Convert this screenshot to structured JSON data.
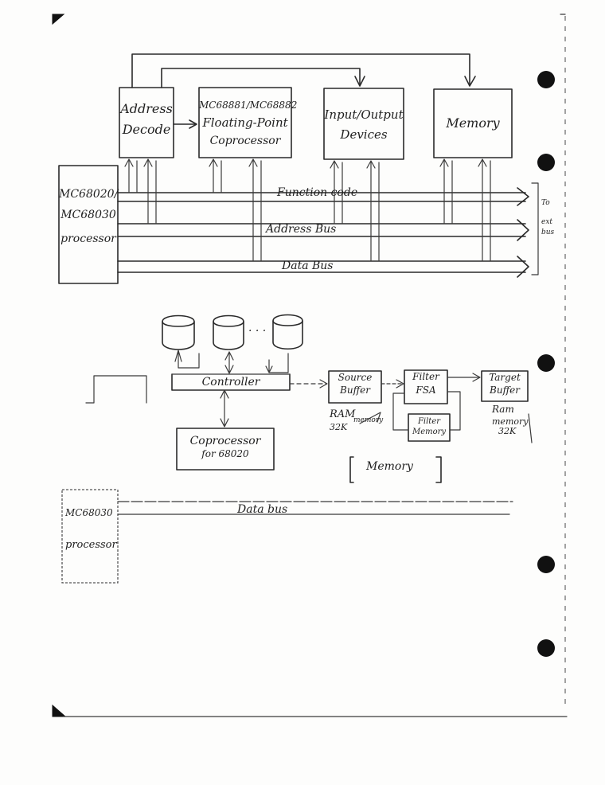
{
  "diagram1": {
    "address_decode": [
      "Address",
      "Decode"
    ],
    "fpu": [
      "MC68881/MC68882",
      "Floating-Point",
      "Coprocessor"
    ],
    "io": [
      "Input/Output",
      "Devices"
    ],
    "memory": "Memory",
    "processor": [
      "MC68020/",
      "MC68030",
      "processor"
    ],
    "function_code": "Function code",
    "address_bus": "Address Bus",
    "data_bus": "Data Bus",
    "side_note": [
      "To",
      "ext",
      "bus"
    ]
  },
  "diagram2": {
    "ellipsis": ". . .",
    "controller": "Controller",
    "coprocessor": [
      "Coprocessor",
      "for 68020"
    ],
    "source_buffer": [
      "Source",
      "Buffer"
    ],
    "filter_fsa": [
      "Filter",
      "FSA"
    ],
    "target_buffer": [
      "Target",
      "Buffer"
    ],
    "filter_memory": [
      "Filter",
      "Memory"
    ],
    "ram_note": [
      "RAM",
      "memory",
      "32K"
    ],
    "ram_note_right": [
      "Ram",
      "memory",
      "32K"
    ],
    "memory_label": "Memory"
  },
  "diagram3": {
    "processor": [
      "MC68030",
      "processor"
    ],
    "data_bus": "Data bus"
  }
}
